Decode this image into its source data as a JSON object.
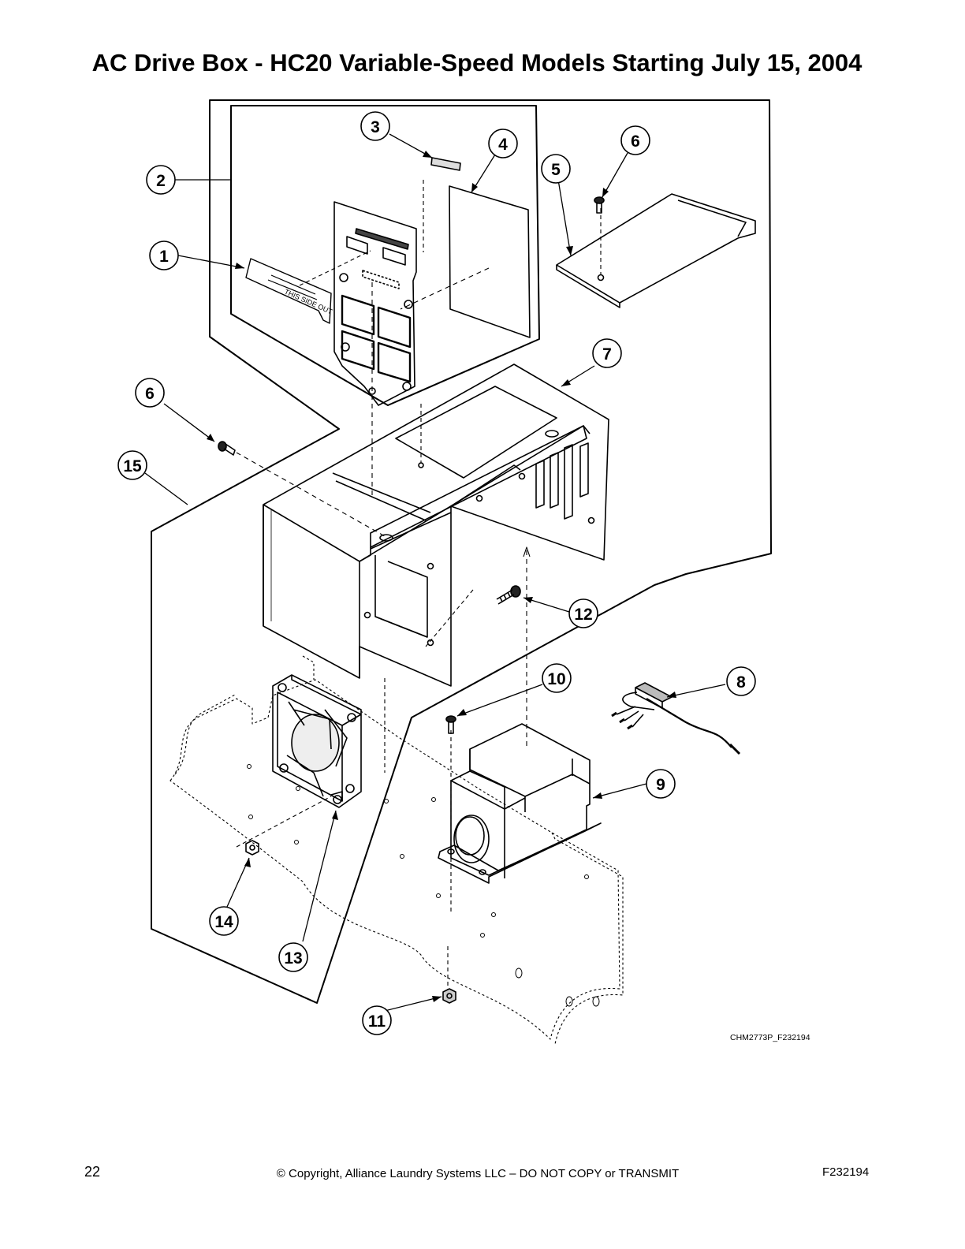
{
  "header": {
    "title": "AC Drive Box - HC20 Variable-Speed Models Starting July 15, 2004"
  },
  "diagram": {
    "callouts": [
      "1",
      "2",
      "3",
      "4",
      "5",
      "6",
      "6",
      "7",
      "8",
      "9",
      "10",
      "11",
      "12",
      "13",
      "14",
      "15"
    ],
    "label_text": "THIS SIDE OUT",
    "figure_code": "CHM2773P_F232194"
  },
  "footer": {
    "page_number": "22",
    "copyright": "© Copyright, Alliance Laundry Systems LLC – DO NOT COPY or TRANSMIT",
    "doc_code": "F232194"
  }
}
